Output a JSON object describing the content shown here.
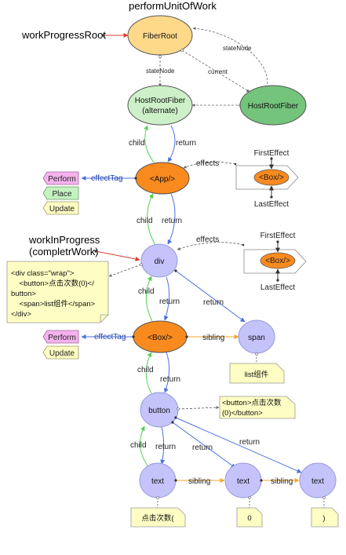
{
  "title": "performUnitOfWork",
  "labels": {
    "work_progress_root": "workProgressRoot",
    "work_in_progress_line1": "workInProgress",
    "work_in_progress_line2": "(completrWork)"
  },
  "nodes": {
    "fiber_root": "FiberRoot",
    "host_root_fiber_alt_line1": "HostRootFiber",
    "host_root_fiber_alt_line2": "(alternate)",
    "host_root_fiber": "HostRootFiber",
    "app": "<App/>",
    "div": "div",
    "box": "<Box/>",
    "span": "span",
    "button": "button",
    "text1": "text",
    "text2": "text",
    "text3": "text",
    "effect_box_1": "<Box/>",
    "effect_box_2": "<Box/>"
  },
  "edges": {
    "state_node_1": "stateNode",
    "state_node_2": "stateNode",
    "current": "current",
    "child_1": "child",
    "return_1": "return",
    "effects_1": "effects",
    "effect_tag_1": "effectTag",
    "child_2": "child",
    "return_2": "return",
    "effects_2": "effects",
    "child_3": "child",
    "return_3": "return",
    "return_span": "return",
    "effect_tag_2": "effectTag",
    "sibling_1": "sibling",
    "child_4": "child",
    "return_4": "return",
    "child_5": "child",
    "return_5": "return",
    "return_6": "return",
    "return_7": "return",
    "sibling_2": "sibling",
    "sibling_3": "sibling"
  },
  "effect_list_1": {
    "first": "FirstEffect",
    "last": "LastEffect"
  },
  "effect_list_2": {
    "first": "FirstEffect",
    "last": "LastEffect"
  },
  "tags_1": [
    "Perform",
    "Place",
    "Update"
  ],
  "tags_2": [
    "Perform",
    "Update"
  ],
  "notes": {
    "div_code": [
      "<div class=\"wrap\">",
      "    <button>点击次数(0)</",
      "button>",
      "    <span>list组件</span>",
      "</div>"
    ],
    "span_text": "list组件",
    "button_code": [
      "<button>点击次数",
      "(0)</button>"
    ],
    "text1": "点击次数(",
    "text2": "0",
    "text3": ")"
  },
  "colors": {
    "fiber_root": "#ffd98a",
    "host_root_alt": "#cdf0c8",
    "host_root": "#74c47c",
    "orange_node": "#f98a1e",
    "purple_node": "#c4c4fb",
    "note": "#fefdc3",
    "tag_pink": "#f6b2ee",
    "tag_green": "#c4f3c0",
    "tag_yellow": "#fefdc3",
    "child_arrow": "#52d052",
    "return_arrow": "#4a6fe0",
    "sibling_arrow": "#f5a42a",
    "red_arrow": "#e23b2a"
  }
}
